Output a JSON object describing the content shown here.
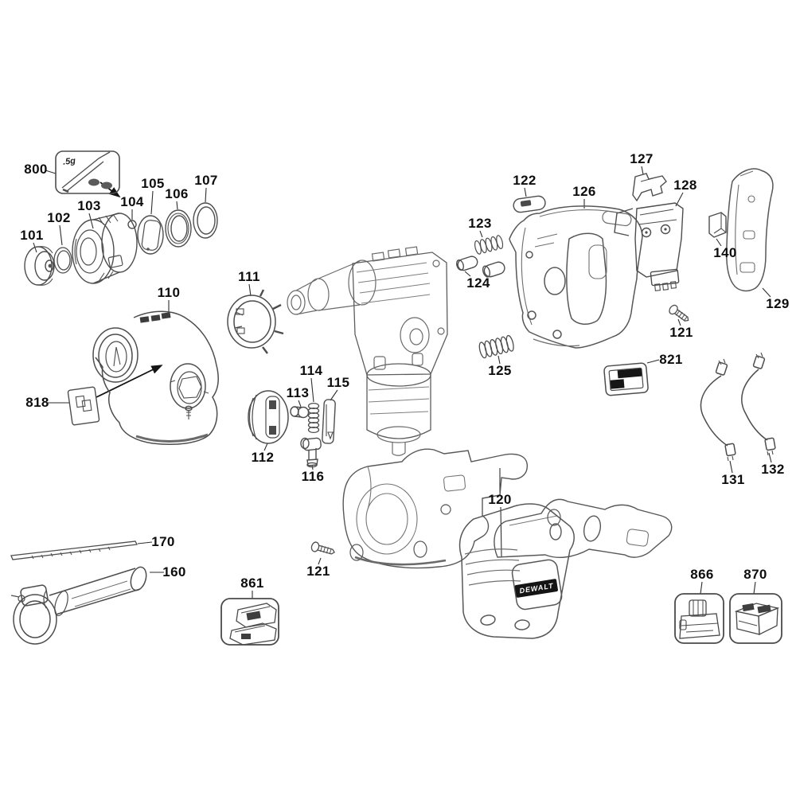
{
  "diagram": {
    "type": "exploded-parts-diagram",
    "subject": "cordless rotary hammer drill parts schematic",
    "background_color": "#ffffff",
    "line_color": "#4d4d4d",
    "label_color": "#0d0d0d",
    "grease_box": {
      "text": ".5g"
    },
    "brand_plate": {
      "text": "DEWALT"
    },
    "part_labels": [
      {
        "text": "800"
      },
      {
        "text": "101"
      },
      {
        "text": "102"
      },
      {
        "text": "103"
      },
      {
        "text": "104"
      },
      {
        "text": "105"
      },
      {
        "text": "106"
      },
      {
        "text": "107"
      },
      {
        "text": "110"
      },
      {
        "text": "111"
      },
      {
        "text": "818"
      },
      {
        "text": "112"
      },
      {
        "text": "113"
      },
      {
        "text": "114"
      },
      {
        "text": "115"
      },
      {
        "text": "116"
      },
      {
        "text": "122"
      },
      {
        "text": "123"
      },
      {
        "text": "124"
      },
      {
        "text": "126"
      },
      {
        "text": "127"
      },
      {
        "text": "128"
      },
      {
        "text": "140"
      },
      {
        "text": "129"
      },
      {
        "text": "121"
      },
      {
        "text": "821"
      },
      {
        "text": "125"
      },
      {
        "text": "131"
      },
      {
        "text": "132"
      },
      {
        "text": "120"
      },
      {
        "text": "121"
      },
      {
        "text": "170"
      },
      {
        "text": "160"
      },
      {
        "text": "861"
      },
      {
        "text": "866"
      },
      {
        "text": "870"
      }
    ]
  }
}
